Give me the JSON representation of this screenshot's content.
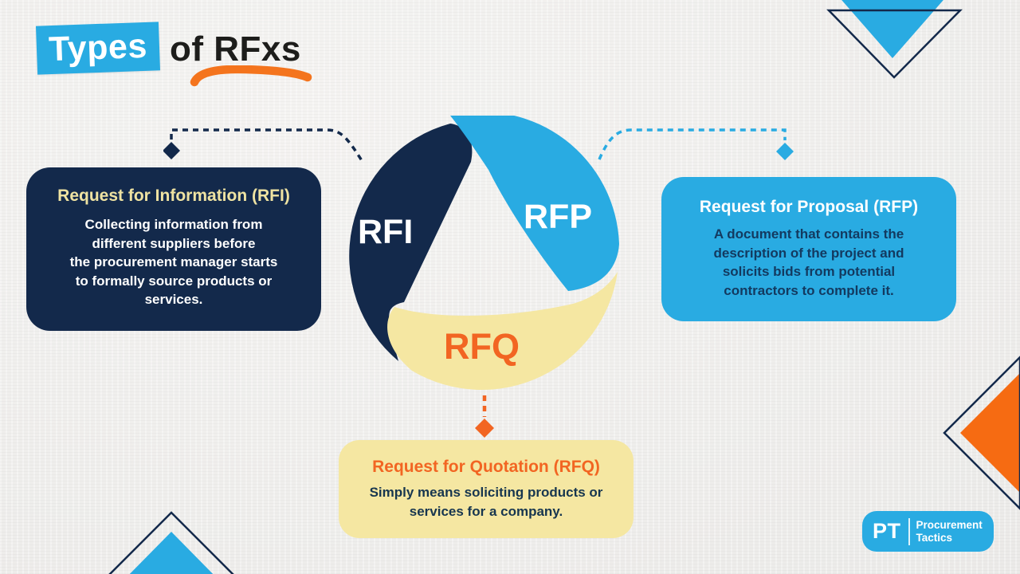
{
  "page": {
    "title_highlight": "Types",
    "title_rest": "of RFxs"
  },
  "colors": {
    "navy": "#13294B",
    "blue": "#29ABE2",
    "yellow": "#F5E7A2",
    "orange": "#F26522",
    "pale_yellow_title": "#EFE3A2",
    "background_paper": "#F0EFED"
  },
  "diagram": {
    "segments": [
      {
        "id": "rfi",
        "label": "RFI",
        "color": "#13294B"
      },
      {
        "id": "rfp",
        "label": "RFP",
        "color": "#29ABE2"
      },
      {
        "id": "rfq",
        "label": "RFQ",
        "color": "#F5E7A2"
      }
    ]
  },
  "cards": {
    "rfi": {
      "title": "Request for Information (RFI)",
      "lines": [
        "Collecting information from",
        "different suppliers before",
        "the procurement manager starts",
        "to formally source products or",
        "services."
      ]
    },
    "rfp": {
      "title": "Request for Proposal (RFP)",
      "lines": [
        "A document that contains the",
        "description of the project and",
        "solicits bids from potential",
        "contractors to complete it."
      ]
    },
    "rfq": {
      "title": "Request for Quotation (RFQ)",
      "lines": [
        "Simply means soliciting products or",
        "services for a company."
      ]
    }
  },
  "logo": {
    "initials": "PT",
    "name_line1": "Procurement",
    "name_line2": "Tactics"
  }
}
